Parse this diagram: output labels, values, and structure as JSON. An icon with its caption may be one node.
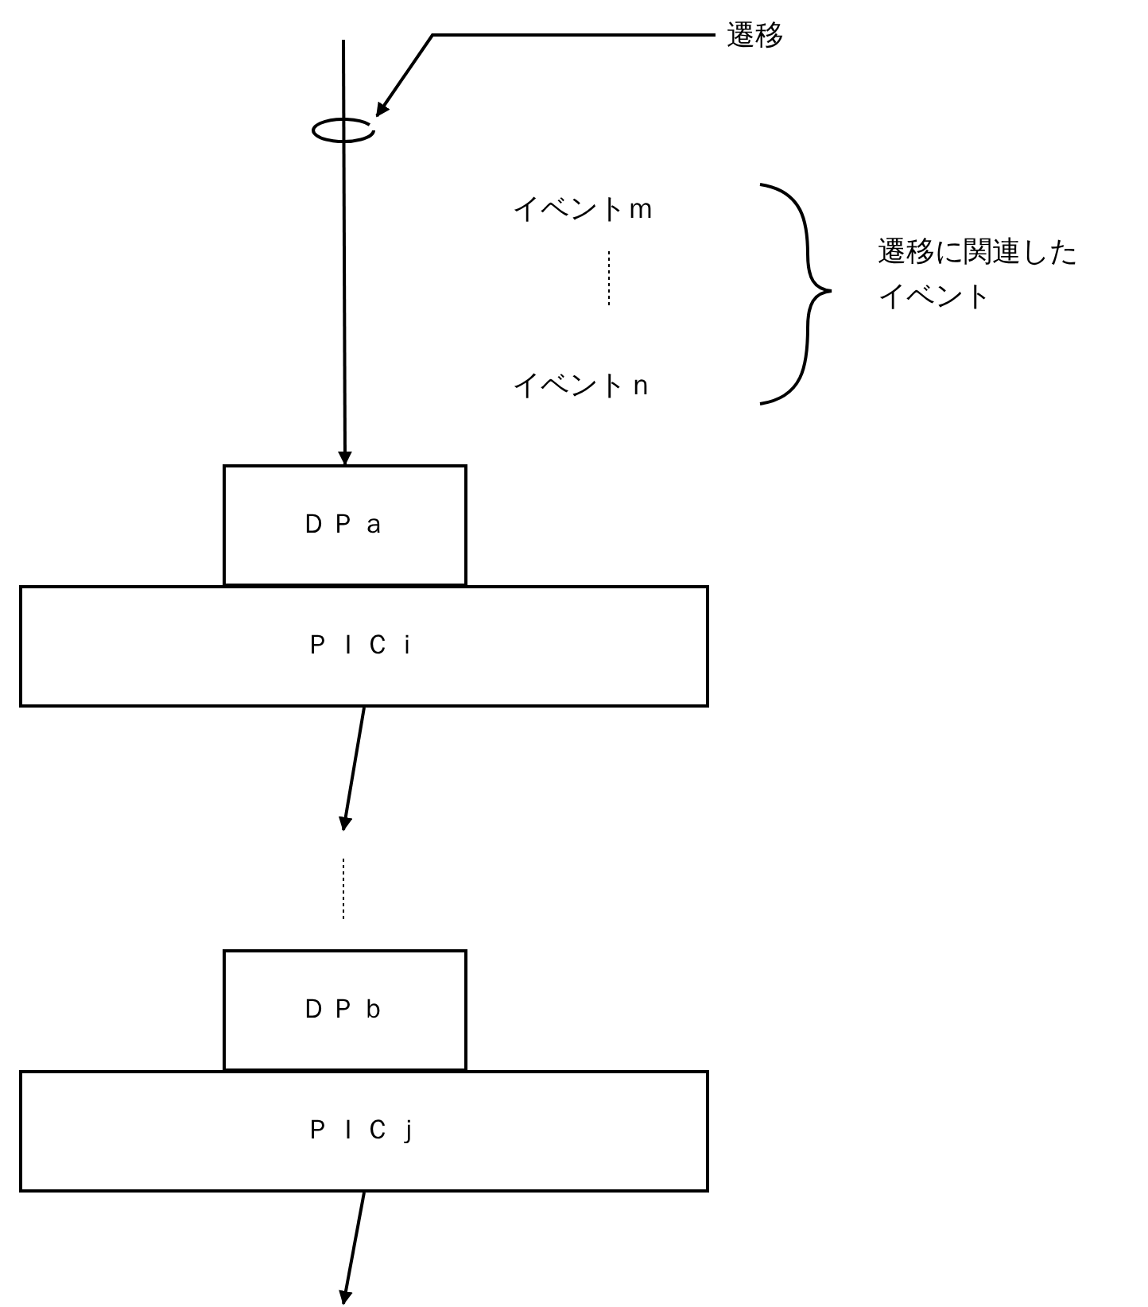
{
  "diagram": {
    "nodes": [
      {
        "text": [
          "遷移"
        ]
      },
      {
        "text": [],
        "shape": "circle"
      },
      {
        "text": [
          "ＤＰａ"
        ]
      },
      {
        "text": [
          "ＰＩＣｉ"
        ]
      },
      {
        "text": [
          "ＤＰｂ"
        ]
      },
      {
        "text": [
          "ＰＩＣｊ"
        ]
      }
    ],
    "edges": [
      {
        "from": 0,
        "to": 1,
        "arrow": "to"
      },
      {
        "from": null,
        "to": 2,
        "arrow": "to"
      },
      {
        "from": 3,
        "to": null,
        "arrow": "to"
      },
      {
        "from": 5,
        "to": null,
        "arrow": "to"
      }
    ],
    "labels": [
      "イベントｍ",
      "イベントｎ",
      "遷移に関連したイベント"
    ]
  }
}
